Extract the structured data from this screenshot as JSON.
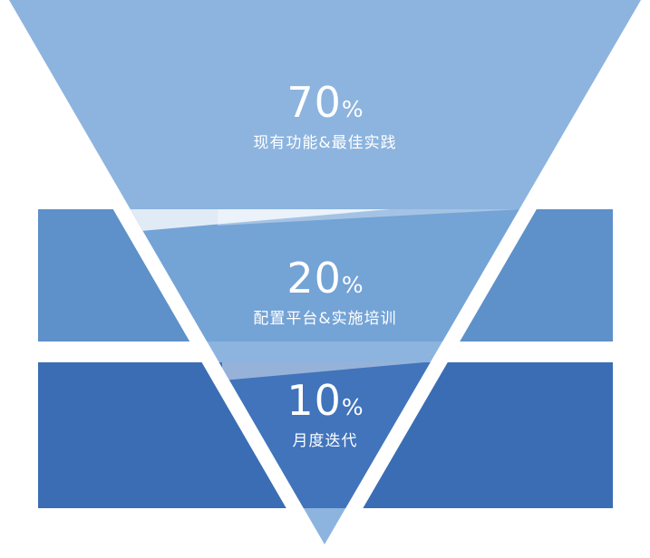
{
  "diagram": {
    "type": "inverted-funnel",
    "levels": [
      {
        "value": "70",
        "unit": "%",
        "label": "现有功能&最佳实践"
      },
      {
        "value": "20",
        "unit": "%",
        "label": "配置平台&实施培训"
      },
      {
        "value": "10",
        "unit": "%",
        "label": "月度迭代"
      }
    ],
    "colors": {
      "background": "#FFFFFF",
      "funnel_light": "#8CB4DE",
      "band2_outer": "#5E90C9",
      "band2_inner": "#74A3D6",
      "band3_outer": "#3A6DB4",
      "band3_inner": "#4174BB",
      "text": "#FFFFFF"
    }
  }
}
